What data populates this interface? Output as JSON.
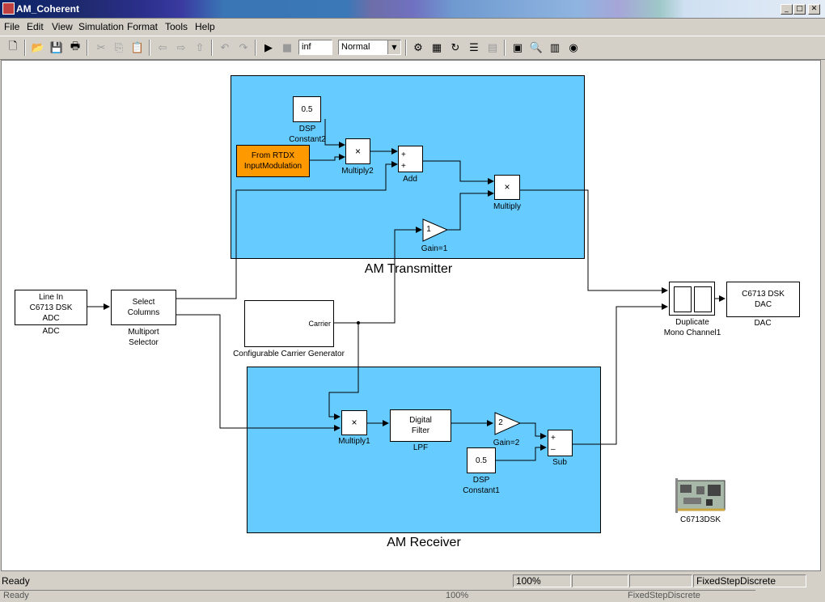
{
  "window": {
    "title": "AM_Coherent",
    "minimize": "_",
    "maximize": "□",
    "close": "✕"
  },
  "menu": [
    "File",
    "Edit",
    "View",
    "Simulation",
    "Format",
    "Tools",
    "Help"
  ],
  "toolbar": {
    "stop_time": "inf",
    "sim_mode": "Normal"
  },
  "areas": {
    "transmitter": "AM Transmitter",
    "receiver": "AM Receiver"
  },
  "blocks": {
    "dsp_constant2": {
      "value": "0.5",
      "label": "DSP\nConstant2"
    },
    "from_rtdx": {
      "text": "From RTDX\nInputModulation"
    },
    "multiply2": {
      "symbol": "×",
      "label": "Multiply2"
    },
    "add": {
      "label": "Add"
    },
    "multiply": {
      "symbol": "×",
      "label": "Multiply"
    },
    "gain1": {
      "value": "1",
      "label": "Gain=1"
    },
    "line_in": {
      "text": "Line In\nC6713 DSK\nADC",
      "label": "ADC"
    },
    "select_columns": {
      "text": "Select\nColumns",
      "label": "Multiport\nSelector"
    },
    "carrier_gen": {
      "port": "Carrier",
      "label": "Configurable Carrier Generator"
    },
    "duplicate": {
      "label": "Duplicate\nMono Channel1"
    },
    "dac": {
      "text": "C6713 DSK\nDAC",
      "label": "DAC"
    },
    "multiply1": {
      "symbol": "×",
      "label": "Multiply1"
    },
    "digital_filter": {
      "text": "Digital\nFilter",
      "label": "LPF"
    },
    "gain2": {
      "value": "2",
      "label": "Gain=2"
    },
    "sub": {
      "label": "Sub"
    },
    "dsp_constant1": {
      "value": "0.5",
      "label": "DSP\nConstant1"
    },
    "c6713dsk": {
      "label": "C6713DSK"
    }
  },
  "status": {
    "state": "Ready",
    "zoom": "100%",
    "solver": "FixedStepDiscrete"
  },
  "ghost_status": {
    "state": "Ready",
    "zoom": "100%",
    "solver": "FixedStepDiscrete"
  }
}
